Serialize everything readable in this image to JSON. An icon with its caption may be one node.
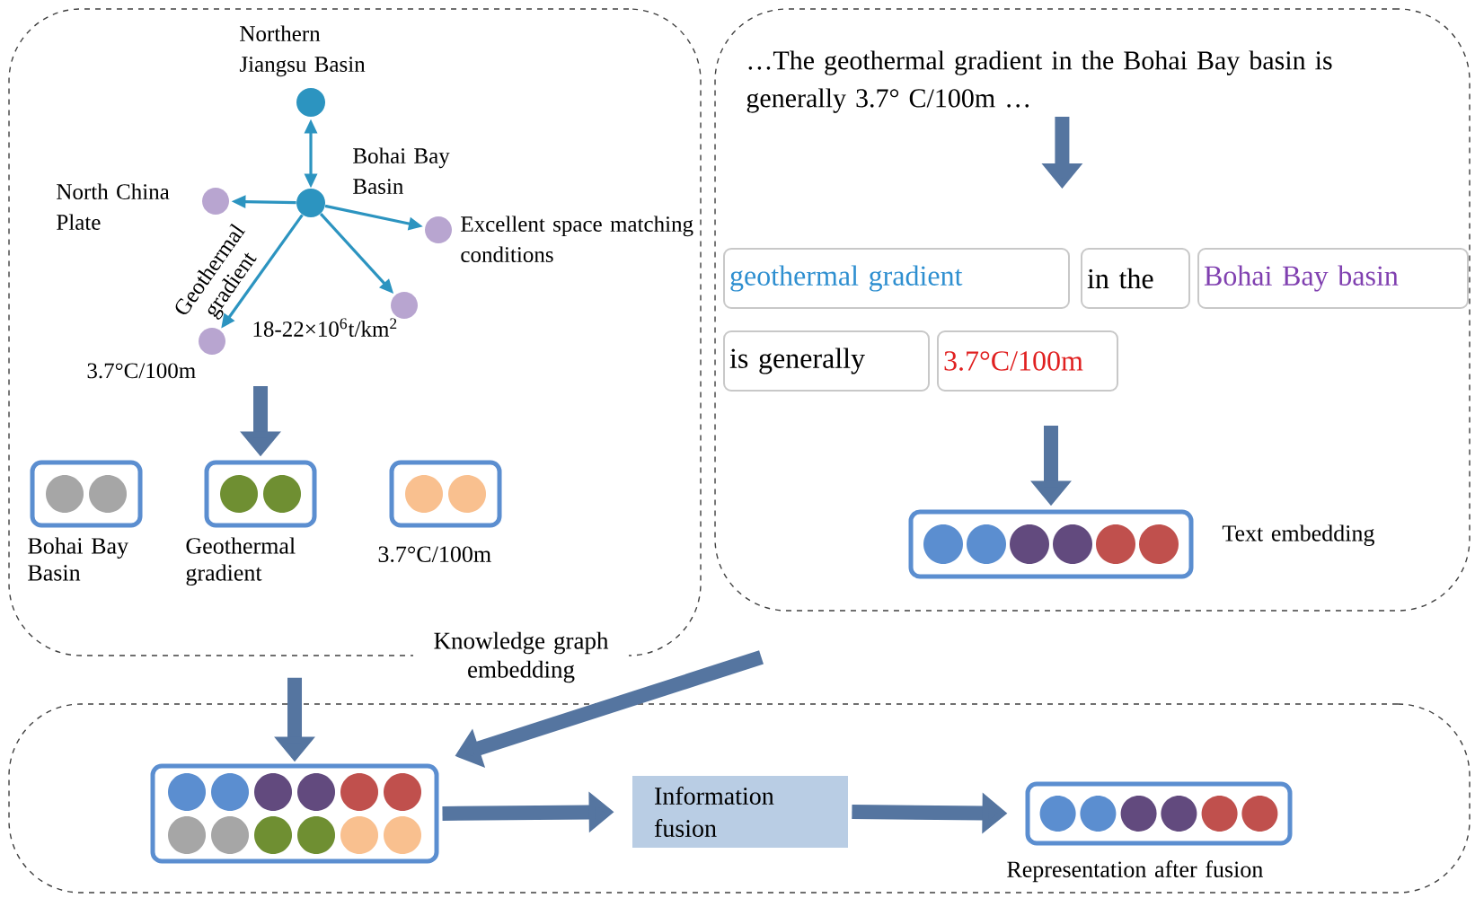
{
  "diagram": {
    "nodes": [
      {
        "text": [
          "Knowledge graph embedding"
        ]
      },
      {
        "text": [],
        "shape": "box"
      },
      {
        "text": [],
        "shape": "box"
      },
      {
        "text": [
          "Northern Jiangsu Basin"
        ],
        "in": 0
      },
      {
        "text": [
          "Bohai Bay Basin"
        ],
        "in": 0
      },
      {
        "text": [
          "North China Plate"
        ],
        "in": 0
      },
      {
        "text": [
          "Excellent space matching conditions"
        ],
        "in": 0
      },
      {
        "text": [
          "18-22×10$^{6}$t/km$^{2}$"
        ],
        "in": 0
      },
      {
        "text": [
          "3.7°C/100m"
        ],
        "in": 0
      },
      {
        "text": [],
        "shape": "box",
        "in": 0,
        "beside": [
          "Bohai Bay Basin"
        ]
      },
      {
        "text": [],
        "shape": "box",
        "in": 0,
        "beside": [
          "Geothermal gradient"
        ]
      },
      {
        "text": [],
        "shape": "box",
        "in": 0,
        "beside": [
          "3.7°C/100m"
        ]
      },
      {
        "text": [
          "…The geothermal gradient in the Bohai Bay basin is generally 3.7° C/100m …"
        ],
        "in": 1
      },
      {
        "text": [
          "geothermal gradient"
        ],
        "in": 1
      },
      {
        "text": [
          "in the"
        ],
        "in": 1
      },
      {
        "text": [
          "Bohai Bay basin"
        ],
        "in": 1
      },
      {
        "text": [
          "is generally"
        ],
        "in": 1
      },
      {
        "text": [
          "3.7°C/100m"
        ],
        "in": 1
      },
      {
        "text": [],
        "shape": "box",
        "in": 1,
        "beside": [
          "Text embedding"
        ]
      },
      {
        "text": [],
        "shape": "box",
        "in": 2
      },
      {
        "text": [
          "Information fusion"
        ],
        "in": 2
      },
      {
        "text": [],
        "shape": "box",
        "in": 2,
        "beside": [
          "Representation after fusion"
        ]
      }
    ],
    "edges": [
      {
        "from": 4,
        "to": 3,
        "arrow": "both",
        "color": "#2c94c0"
      },
      {
        "from": 4,
        "to": 5,
        "arrow": "to",
        "color": "#2c94c0"
      },
      {
        "from": 4,
        "to": 6,
        "arrow": "to",
        "color": "#2c94c0"
      },
      {
        "from": 4,
        "to": 7,
        "arrow": "to",
        "color": "#2c94c0"
      },
      {
        "from": 4,
        "to": 8,
        "arrow": "to",
        "color": "#2c94c0",
        "label": "Geothermal gradient"
      },
      {
        "from": null,
        "to": 10,
        "arrow": "to"
      },
      {
        "from": 12,
        "to": null,
        "arrow": "to"
      },
      {
        "from": null,
        "to": 18,
        "arrow": "to"
      },
      {
        "from": 0,
        "to": 19,
        "arrow": "to"
      },
      {
        "from": 1,
        "to": 19,
        "arrow": "to"
      },
      {
        "from": 19,
        "to": 20,
        "arrow": "to"
      },
      {
        "from": 20,
        "to": 21,
        "arrow": "to"
      }
    ]
  }
}
